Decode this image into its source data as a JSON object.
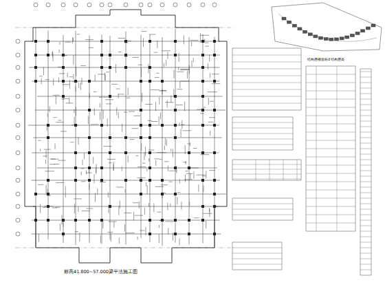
{
  "diagram": {
    "labels": [
      "标高41.800~57.000梁平法施工图",
      "结构层楼面标高",
      "结构层高"
    ]
  }
}
